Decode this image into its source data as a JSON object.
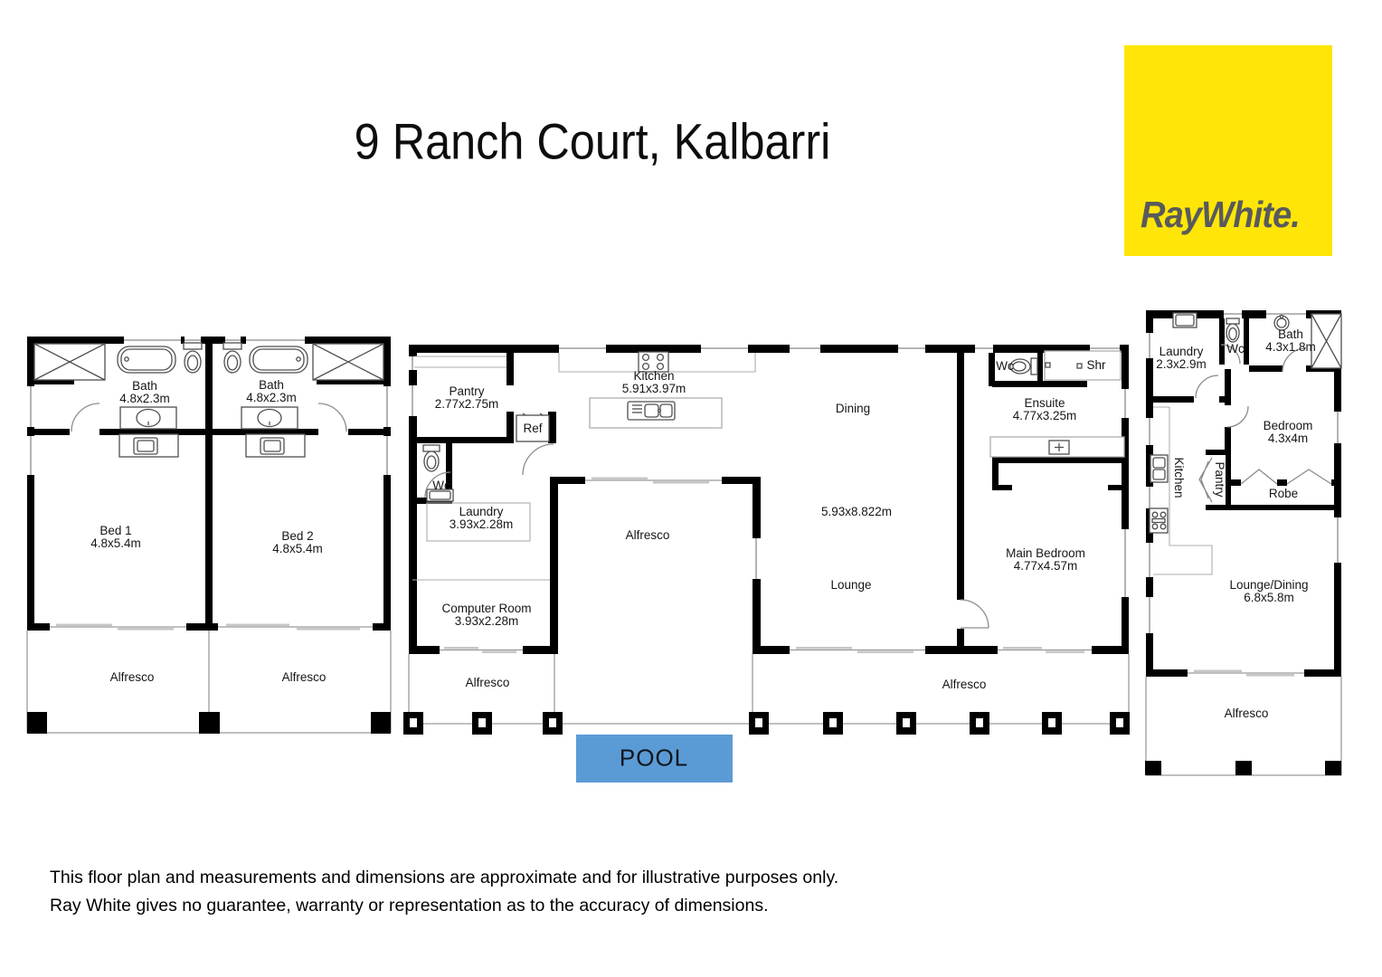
{
  "title": "9 Ranch Court, Kalbarri",
  "logo": {
    "brand": "RayWhite.",
    "bg": "#FFE608",
    "fg": "#595A5C"
  },
  "pool": {
    "label": "POOL",
    "color": "#5B9BD5"
  },
  "disclaimer": {
    "line1": "This floor plan and measurements and dimensions are approximate and for illustrative purposes only.",
    "line2": "Ray White gives no guarantee, warranty or representation as to the accuracy of dimensions."
  },
  "duplex": {
    "bath1": {
      "name": "Bath",
      "dims": "4.8x2.3m"
    },
    "bath2": {
      "name": "Bath",
      "dims": "4.8x2.3m"
    },
    "bed1": {
      "name": "Bed 1",
      "dims": "4.8x5.4m"
    },
    "bed2": {
      "name": "Bed 2",
      "dims": "4.8x5.4m"
    },
    "alfresco1": {
      "name": "Alfresco"
    },
    "alfresco2": {
      "name": "Alfresco"
    }
  },
  "main_house": {
    "pantry": {
      "name": "Pantry",
      "dims": "2.77x2.75m"
    },
    "kitchen": {
      "name": "Kitchen",
      "dims": "5.91x3.97m"
    },
    "ref": {
      "name": "Ref"
    },
    "wc": {
      "name": "Wc"
    },
    "laundry": {
      "name": "Laundry",
      "dims": "3.93x2.28m"
    },
    "computer_room": {
      "name": "Computer Room",
      "dims": "3.93x2.28m"
    },
    "alfresco_court": {
      "name": "Alfresco"
    },
    "alfresco_left": {
      "name": "Alfresco"
    },
    "alfresco_right": {
      "name": "Alfresco"
    },
    "dining": {
      "name": "Dining"
    },
    "living_dims": "5.93x8.822m",
    "lounge": {
      "name": "Lounge"
    },
    "main_bedroom": {
      "name": "Main Bedroom",
      "dims": "4.77x4.57m"
    },
    "ensuite": {
      "name": "Ensuite",
      "dims": "4.77x3.25m"
    },
    "wc2": {
      "name": "Wc"
    },
    "shr": {
      "name": "Shr"
    }
  },
  "granny_flat": {
    "laundry": {
      "name": "Laundry",
      "dims": "2.3x2.9m"
    },
    "wc": {
      "name": "Wc"
    },
    "bath": {
      "name": "Bath",
      "dims": "4.3x1.8m"
    },
    "bedroom": {
      "name": "Bedroom",
      "dims": "4.3x4m"
    },
    "kitchen": {
      "name": "Kitchen"
    },
    "pantry": {
      "name": "Pantry"
    },
    "robe": {
      "name": "Robe"
    },
    "lounge_dining": {
      "name": "Lounge/Dining",
      "dims": "6.8x5.8m"
    },
    "alfresco": {
      "name": "Alfresco"
    }
  }
}
